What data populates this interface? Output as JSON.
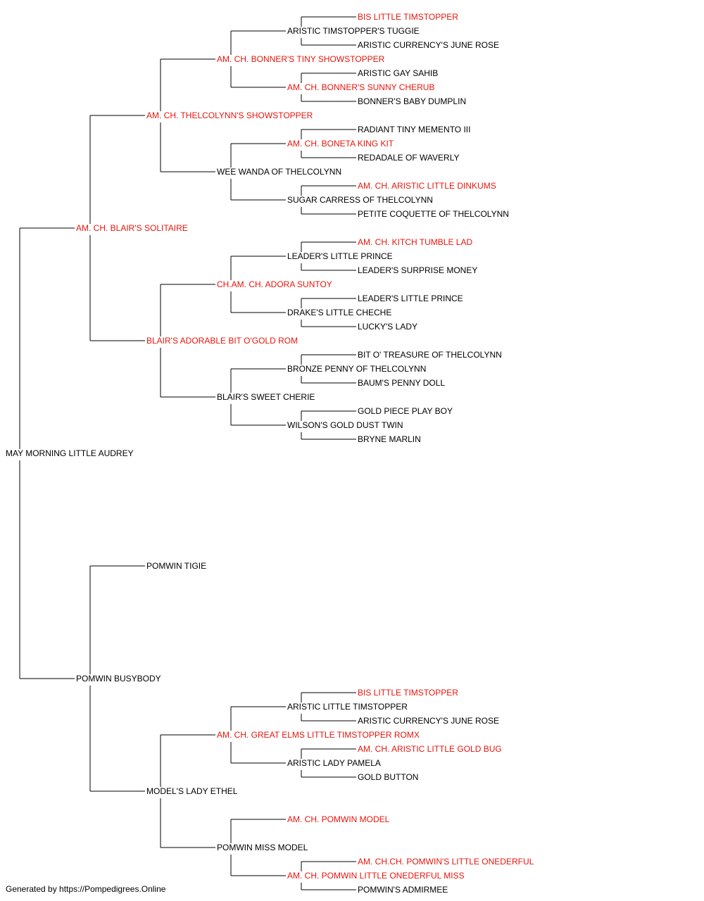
{
  "colors": {
    "champion": "#e8150c",
    "normal": "#000000",
    "line": "#000000"
  },
  "footer": {
    "text": "Generated by https://Pompedigrees.Online"
  },
  "pedigree": {
    "name": "MAY MORNING LITTLE AUDREY",
    "champion": false,
    "sire": {
      "name": "AM. CH. BLAIR'S SOLITAIRE",
      "champion": true,
      "sire": {
        "name": "AM. CH. THELCOLYNN'S SHOWSTOPPER",
        "champion": true,
        "sire": {
          "name": "AM. CH. BONNER'S TINY SHOWSTOPPER",
          "champion": true,
          "sire": {
            "name": "ARISTIC TIMSTOPPER'S TUGGIE",
            "champion": false,
            "sire": {
              "name": "BIS LITTLE TIMSTOPPER",
              "champion": true
            },
            "dam": {
              "name": "ARISTIC CURRENCY'S JUNE ROSE",
              "champion": false
            }
          },
          "dam": {
            "name": "AM. CH. BONNER'S SUNNY CHERUB",
            "champion": true,
            "sire": {
              "name": "ARISTIC GAY SAHIB",
              "champion": false
            },
            "dam": {
              "name": "BONNER'S BABY DUMPLIN",
              "champion": false
            }
          }
        },
        "dam": {
          "name": "WEE WANDA OF THELCOLYNN",
          "champion": false,
          "sire": {
            "name": "AM. CH. BONETA KING KIT",
            "champion": true,
            "sire": {
              "name": "RADIANT TINY MEMENTO III",
              "champion": false
            },
            "dam": {
              "name": "REDADALE OF WAVERLY",
              "champion": false
            }
          },
          "dam": {
            "name": "SUGAR CARRESS OF THELCOLYNN",
            "champion": false,
            "sire": {
              "name": "AM. CH. ARISTIC LITTLE DINKUMS",
              "champion": true
            },
            "dam": {
              "name": "PETITE COQUETTE OF THELCOLYNN",
              "champion": false
            }
          }
        }
      },
      "dam": {
        "name": "BLAIR'S ADORABLE BIT O'GOLD ROM",
        "champion": true,
        "sire": {
          "name": "CH.AM. CH. ADORA SUNTOY",
          "champion": true,
          "sire": {
            "name": "LEADER'S LITTLE PRINCE",
            "champion": false,
            "sire": {
              "name": "AM. CH. KITCH TUMBLE LAD",
              "champion": true
            },
            "dam": {
              "name": "LEADER'S SURPRISE MONEY",
              "champion": false
            }
          },
          "dam": {
            "name": "DRAKE'S LITTLE CHECHE",
            "champion": false,
            "sire": {
              "name": "LEADER'S LITTLE PRINCE",
              "champion": false
            },
            "dam": {
              "name": "LUCKY'S LADY",
              "champion": false
            }
          }
        },
        "dam": {
          "name": "BLAIR'S SWEET CHERIE",
          "champion": false,
          "sire": {
            "name": "BRONZE PENNY OF THELCOLYNN",
            "champion": false,
            "sire": {
              "name": "BIT O' TREASURE OF THELCOLYNN",
              "champion": false
            },
            "dam": {
              "name": "BAUM'S PENNY DOLL",
              "champion": false
            }
          },
          "dam": {
            "name": "WILSON'S GOLD DUST TWIN",
            "champion": false,
            "sire": {
              "name": "GOLD PIECE PLAY BOY",
              "champion": false
            },
            "dam": {
              "name": "BRYNE MARLIN",
              "champion": false
            }
          }
        }
      }
    },
    "dam": {
      "name": "POMWIN BUSYBODY",
      "champion": false,
      "sire": {
        "name": "POMWIN TIGIE",
        "champion": false
      },
      "dam": {
        "name": "MODEL'S LADY ETHEL",
        "champion": false,
        "sire": {
          "name": "AM. CH. GREAT ELMS LITTLE TIMSTOPPER ROMX",
          "champion": true,
          "sire": {
            "name": "ARISTIC LITTLE TIMSTOPPER",
            "champion": false,
            "sire": {
              "name": "BIS LITTLE TIMSTOPPER",
              "champion": true
            },
            "dam": {
              "name": "ARISTIC CURRENCY'S JUNE ROSE",
              "champion": false
            }
          },
          "dam": {
            "name": "ARISTIC LADY PAMELA",
            "champion": false,
            "sire": {
              "name": "AM. CH. ARISTIC LITTLE GOLD BUG",
              "champion": true
            },
            "dam": {
              "name": "GOLD BUTTON",
              "champion": false
            }
          }
        },
        "dam": {
          "name": "POMWIN MISS MODEL",
          "champion": false,
          "sire": {
            "name": "AM. CH. POMWIN MODEL",
            "champion": true
          },
          "dam": {
            "name": "AM. CH. POMWIN LITTLE ONEDERFUL MISS",
            "champion": true,
            "sire": {
              "name": "AM. CH.CH. POMWIN'S LITTLE ONEDERFUL",
              "champion": true
            },
            "dam": {
              "name": "POMWIN'S ADMIRMEE",
              "champion": false
            }
          }
        }
      }
    }
  }
}
